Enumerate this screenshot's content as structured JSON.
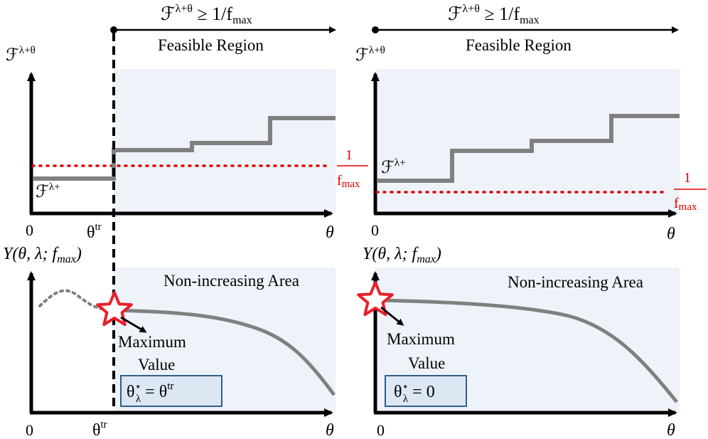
{
  "colors": {
    "region_fill": "#eef3fa",
    "step_line": "#808080",
    "threshold_line": "#e00000",
    "axis": "#000000",
    "box_fill": "#dce7f3",
    "box_border": "#2f5f8a",
    "star_fill": "#ffffff",
    "star_stroke": "#e8202a"
  },
  "left": {
    "feasible_condition": "ℱ^(λ+θ) ≥ 1/f_max",
    "feasible_condition_main": "ℱ",
    "feasible_condition_sup": "λ+θ",
    "feasible_condition_rest": " ≥ 1/",
    "feasible_condition_f": "f",
    "feasible_condition_sub": "max",
    "feasible_region_label": "Feasible Region",
    "top_y_label_main": "ℱ",
    "top_y_label_sup": "λ+θ",
    "origin": "0",
    "theta_tr_main": "θ",
    "theta_tr_sup": "tr",
    "x_label": "θ",
    "step_start_label_main": "ℱ",
    "step_start_label_sup": "λ+",
    "threshold_num": "1",
    "threshold_den_f": "f",
    "threshold_den_sub": "max",
    "bottom_y_label": "Υ(θ, λ; f",
    "bottom_y_label_sub": "max",
    "bottom_y_label_close": ")",
    "non_increasing_label": "Non-increasing Area",
    "maximum_label_line1": "Maximum",
    "maximum_label_line2": "Value",
    "result_lhs": "θ",
    "result_lhs_sup": "⋆",
    "result_lhs_sub": "λ",
    "result_eq": " = θ",
    "result_rhs_sup": "tr"
  },
  "right": {
    "feasible_condition_main": "ℱ",
    "feasible_condition_sup": "λ+θ",
    "feasible_condition_rest": " ≥ 1/",
    "feasible_condition_f": "f",
    "feasible_condition_sub": "max",
    "feasible_region_label": "Feasible Region",
    "top_y_label_main": "ℱ",
    "top_y_label_sup": "λ+θ",
    "origin": "0",
    "x_label": "θ",
    "step_start_label_main": "ℱ",
    "step_start_label_sup": "λ+",
    "threshold_num": "1",
    "threshold_den_f": "f",
    "threshold_den_sub": "max",
    "bottom_y_label": "Υ(θ, λ; f",
    "bottom_y_label_sub": "max",
    "bottom_y_label_close": ")",
    "non_increasing_label": "Non-increasing Area",
    "maximum_label_line1": "Maximum",
    "maximum_label_line2": "Value",
    "result_lhs": "θ",
    "result_lhs_sup": "⋆",
    "result_lhs_sub": "λ",
    "result_eq": " = 0"
  }
}
